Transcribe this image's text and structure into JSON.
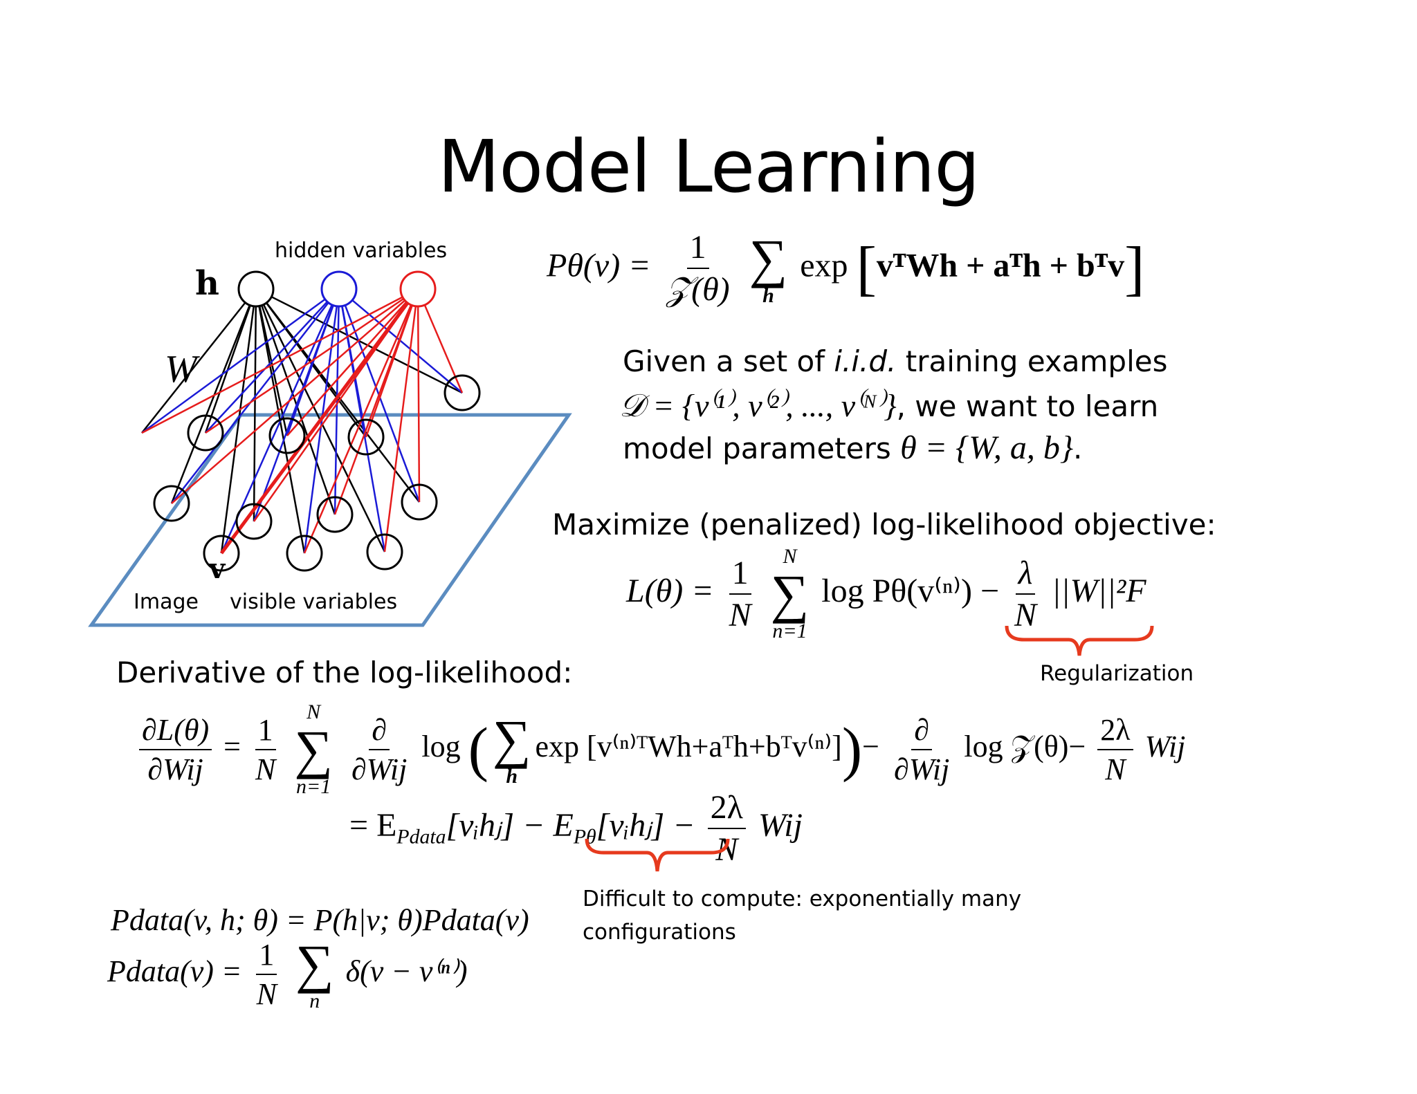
{
  "title": "Model Learning",
  "diagram": {
    "label_hidden": "hidden variables",
    "label_h": "h",
    "label_W": "W",
    "label_v": "v",
    "label_image": "Image",
    "label_visible": "visible variables",
    "colors": {
      "black": "#000000",
      "blue": "#1a1ad6",
      "red": "#e61c1c",
      "plane": "#5b8cc0"
    }
  },
  "eq_p": {
    "lhs": "Pθ(v) =",
    "num": "1",
    "den": "𝒵(θ)",
    "sum_sub": "h",
    "exp": "exp",
    "body": "vᵀWh + aᵀh + bᵀv"
  },
  "text_given": {
    "line1_a": "Given a set of ",
    "line1_italic": "i.i.d.",
    "line1_b": " training examples",
    "line2_math": "𝒟 = {v⁽¹⁾, v⁽²⁾, ..., v⁽ᴺ⁾}",
    "line2_text": ", we want to learn",
    "line3_text": "model parameters ",
    "line3_math": "θ = {W, a, b}",
    "line3_end": "."
  },
  "text_maximize": "Maximize (penalized) log-likelihood objective:",
  "eq_l": {
    "lhs": "L(θ) =",
    "num": "1",
    "den": "N",
    "sum_top": "N",
    "sum_bot": "n=1",
    "body": "log Pθ(v⁽ⁿ⁾) −",
    "lam_num": "λ",
    "lam_den": "N",
    "norm": "||W||²F"
  },
  "label_regularization": "Regularization",
  "text_derivative": "Derivative of the log-likelihood:",
  "eq_d": {
    "lhs_num": "∂L(θ)",
    "lhs_den": "∂Wij",
    "eq": "=",
    "f_num": "1",
    "f_den": "N",
    "sum_top": "N",
    "sum_bot": "n=1",
    "d_num": "∂",
    "d_den": "∂Wij",
    "log": "log",
    "inner_sum_bot": "h",
    "inner": "exp [v⁽ⁿ⁾ᵀWh+aᵀh+bᵀv⁽ⁿ⁾]",
    "minus": "−",
    "log_z": "log 𝒵(θ)−",
    "reg_num": "2λ",
    "reg_den": "N",
    "w": "Wij"
  },
  "eq_e": {
    "part1": "= E",
    "part1_sub": "Pdata",
    "part2": "[vᵢhⱼ] − E",
    "part2_sub": "Pθ",
    "part3": "[vᵢhⱼ] −",
    "reg_num": "2λ",
    "reg_den": "N",
    "w": "Wij"
  },
  "label_difficult_1": "Difficult to compute: exponentially many",
  "label_difficult_2": "configurations",
  "eq_pdata_1": "Pdata(v, h; θ) = P(h|v; θ)Pdata(v)",
  "eq_pdata_2": {
    "lhs": "Pdata(v) =",
    "num": "1",
    "den": "N",
    "sum_bot": "n",
    "body": "δ(v − v⁽ⁿ⁾)"
  }
}
